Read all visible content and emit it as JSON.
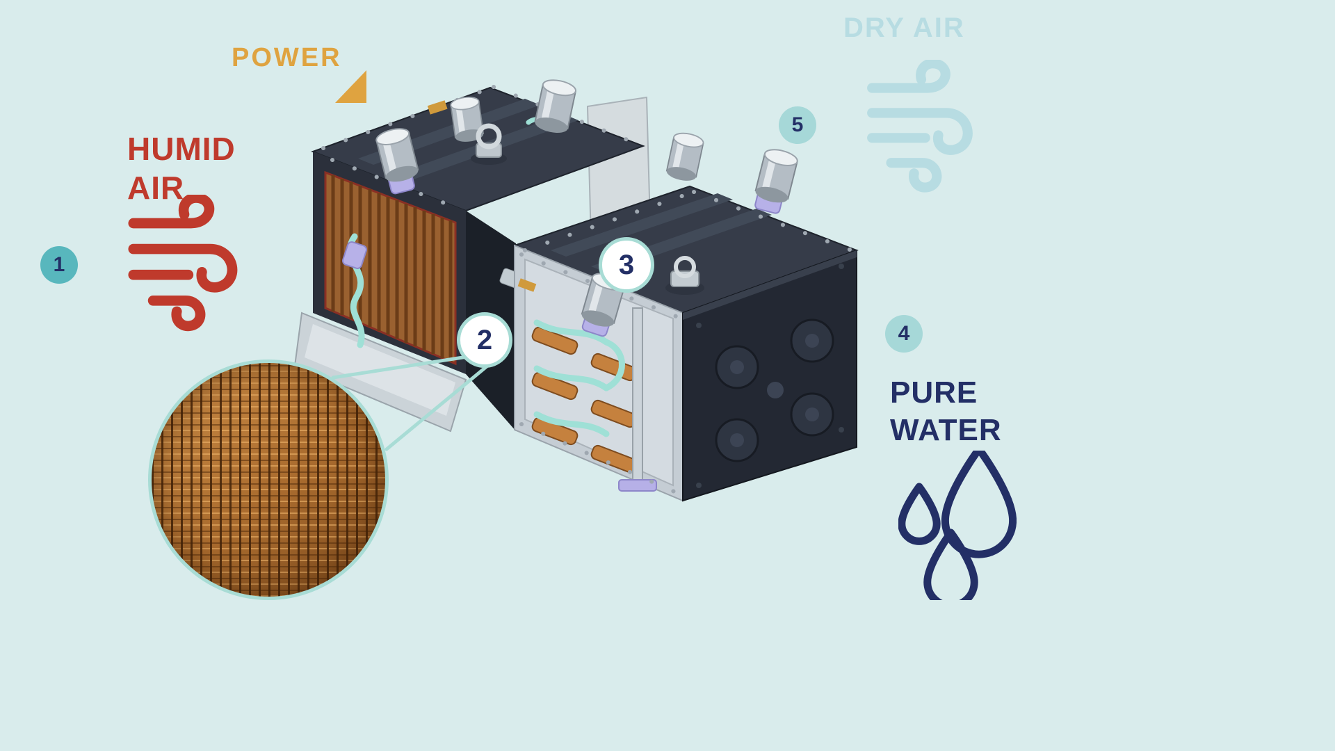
{
  "diagram": {
    "labels": {
      "power": "POWER",
      "humid_air": [
        "HUMID",
        "AIR"
      ],
      "dry_air": "DRY AIR",
      "pure_water": [
        "PURE",
        "WATER"
      ]
    },
    "steps": [
      {
        "number": "1",
        "style": "solid-teal"
      },
      {
        "number": "2",
        "style": "outline-white"
      },
      {
        "number": "3",
        "style": "outline-white"
      },
      {
        "number": "4",
        "style": "solid-light"
      },
      {
        "number": "5",
        "style": "solid-light"
      }
    ],
    "icons": {
      "power_triangle": "triangle-icon",
      "humid_wind": "wind-icon",
      "dry_wind": "wind-icon",
      "pure_water_drops": "droplets-icon",
      "inset": "mesh-magnifier-inset",
      "device": "water-harvester-device-render"
    },
    "colors": {
      "background": "#d9ecec",
      "power_gold": "#dfa340",
      "humid_red": "#bf3a2c",
      "dry_blue": "#b7dce2",
      "navy": "#232f66",
      "teal_line": "#a8dcd5",
      "badge_teal": "#58b7bd",
      "badge_light": "#a6d8d8",
      "copper": "#a0642a"
    }
  }
}
